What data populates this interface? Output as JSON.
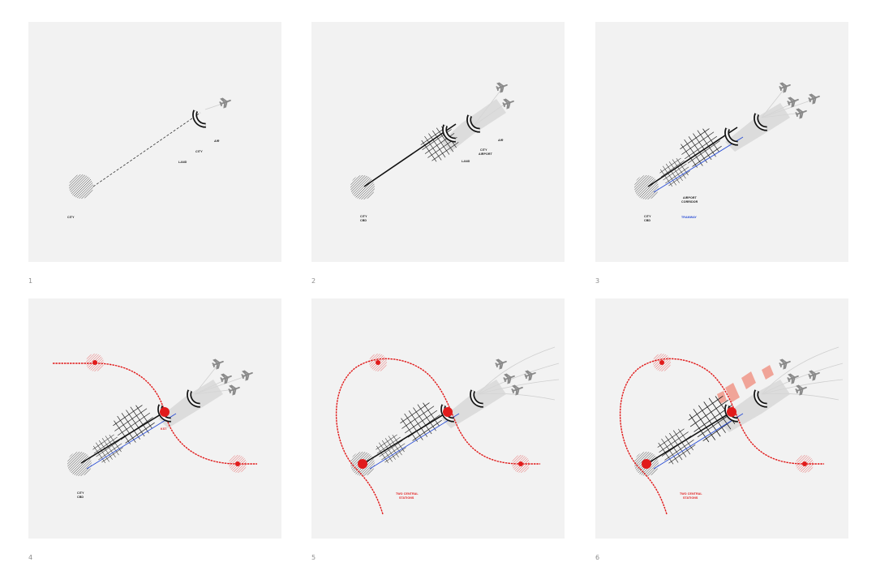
{
  "panels": [
    {
      "number": "1",
      "labels": {
        "city": "CITY",
        "land": "LAND",
        "city_mid": "CITY",
        "air": "AIR"
      }
    },
    {
      "number": "2",
      "labels": {
        "city": "CITY",
        "cbd": "CBD",
        "land": "LAND",
        "city_mid": "CITY",
        "airport": "AIRPORT",
        "air": "AIR"
      }
    },
    {
      "number": "3",
      "labels": {
        "city": "CITY",
        "cbd": "CBD",
        "corridor_1": "AIRPORT",
        "corridor_2": "CORRIDOR",
        "tramway": "TRAMWAY"
      }
    },
    {
      "number": "4",
      "labels": {
        "city": "CITY",
        "cbd": "CBD",
        "station": "KST"
      }
    },
    {
      "number": "5",
      "labels": {
        "stations_1": "TWO CENTRAL",
        "stations_2": "STATIONS"
      }
    },
    {
      "number": "6",
      "labels": {
        "stations_1": "TWO CENTRAL",
        "stations_2": "STATIONS"
      }
    }
  ],
  "colors": {
    "panel_bg": "#f2f2f2",
    "rail": "#e11b1b",
    "tram": "#2b4fd6",
    "plane": "#8a8a8a",
    "corridor": "#d6d6d6"
  }
}
